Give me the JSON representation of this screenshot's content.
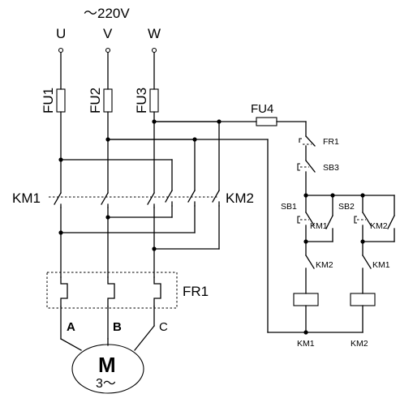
{
  "supply": {
    "voltage": "～220V",
    "phase_u": "U",
    "phase_v": "V",
    "phase_w": "W"
  },
  "fuses": {
    "fu1": "FU1",
    "fu2": "FU2",
    "fu3": "FU3",
    "fu4": "FU4"
  },
  "contactors": {
    "km1": "KM1",
    "km2": "KM2"
  },
  "overload": {
    "fr1": "FR1"
  },
  "motor": {
    "symbol": "M",
    "phase": "3～",
    "term_a": "A",
    "term_b": "B",
    "term_c": "C"
  },
  "control": {
    "fr1_contact": "FR1",
    "sb3": "SB3",
    "sb1": "SB1",
    "sb2": "SB2",
    "km1_hold": "KM1",
    "km2_hold": "KM2",
    "km2_interlock": "KM2",
    "km1_interlock": "KM1",
    "coil_km1": "KM1",
    "coil_km2": "KM2"
  }
}
